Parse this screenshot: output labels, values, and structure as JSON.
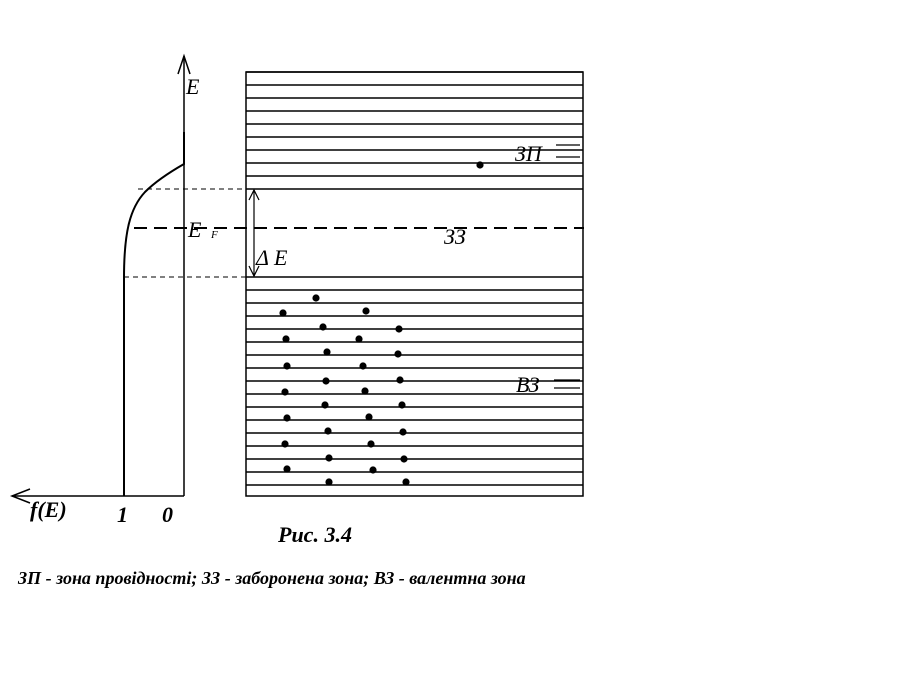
{
  "labels": {
    "energy_axis": "E",
    "fermi_level": "E",
    "fermi_subscript": "F",
    "gap_width": "Δ E",
    "fE_axis": "f(E)",
    "tick_one": "1",
    "tick_zero": "0",
    "conduction_band": "ЗП",
    "forbidden_band": "ЗЗ",
    "valence_band": "ВЗ"
  },
  "caption": {
    "figure": "Рис. 3.4",
    "legend": "ЗП - зона провідності; ЗЗ - заборонена зона; ВЗ - валентна зона"
  },
  "bands": {
    "conduction_levels": 10,
    "valence_levels": 17
  }
}
